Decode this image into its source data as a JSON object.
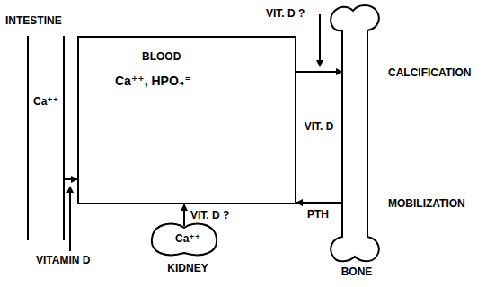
{
  "diagram": {
    "nodes": [
      {
        "text": [
          "INTESTINE",
          "Ca⁺⁺"
        ]
      },
      {
        "text": [
          "BLOOD",
          "Ca⁺⁺, HPO₄⁼"
        ]
      },
      {
        "text": [
          "BONE"
        ]
      },
      {
        "text": [
          "Ca⁺⁺",
          "KIDNEY"
        ]
      }
    ],
    "edges": [
      {
        "from": 0,
        "to": 1,
        "arrow": "to"
      },
      {
        "from": 3,
        "to": 1,
        "arrow": "to",
        "label": "VIT. D ?"
      },
      {
        "from": 1,
        "to": 2,
        "arrow": "to"
      },
      {
        "from": 2,
        "to": 1,
        "arrow": "to"
      }
    ],
    "labels": [
      "VIT. D ?",
      "CALCIFICATION",
      "VIT. D",
      "MOBILIZATION",
      "PTH",
      "VITAMIN D"
    ]
  }
}
